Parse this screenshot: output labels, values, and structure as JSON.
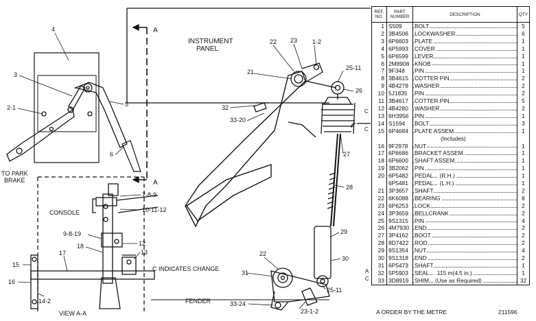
{
  "drawing": {
    "labels": {
      "instrument_panel": [
        "INSTRUMENT",
        "PANEL"
      ],
      "to_park_brake": [
        "TO PARK",
        "BRAKE"
      ],
      "console": "CONSOLE",
      "view_aa": "VIEW A-A",
      "c_indicates_change": "C INDICATES CHANGE",
      "fender": "FENDER",
      "section_a_top": "A",
      "section_a_bottom": "A",
      "c_marker": "C"
    },
    "callouts": {
      "c4": "4",
      "c3": "3",
      "c2_1": "2-1",
      "c5": "5",
      "c6": "6",
      "c22a": "22",
      "c23": "23",
      "c1_2": "1-2",
      "c21": "21",
      "c25_11a": "25-11",
      "c26": "26",
      "c32": "32",
      "c33_20": "33-20",
      "c27": "27",
      "c28": "28",
      "c29": "29",
      "c30": "30",
      "c22b": "22",
      "c31": "31",
      "c25_11b": "25-11",
      "c33_24": "33-24",
      "c23_1_2": "23-1-2",
      "c7_8_9": "7-8-9",
      "c10_11_12": "10-11-12",
      "c9_8_19": "9-8-19",
      "c18": "18",
      "c12": "12",
      "c13": "13",
      "c15": "15",
      "c17": "17",
      "c16": "16",
      "c14_2": "14-2"
    }
  },
  "table": {
    "headers": {
      "ref": "REF. NO.",
      "part": "PART NUMBER",
      "desc": "DESCRIPTION",
      "qty": "QTY"
    },
    "rows": [
      {
        "ref": "1",
        "part": "S509",
        "desc": "BOLT",
        "qty": "5"
      },
      {
        "ref": "2",
        "part": "3B4506",
        "desc": "LOCKWASHER",
        "qty": "6"
      },
      {
        "ref": "3",
        "part": "6P6603",
        "desc": "PLATE",
        "qty": "1"
      },
      {
        "ref": "4",
        "part": "6P5993",
        "desc": "COVER",
        "qty": "1"
      },
      {
        "ref": "5",
        "part": "6P6599",
        "desc": "LEVER",
        "qty": "1"
      },
      {
        "ref": "6",
        "part": "2M8908",
        "desc": "KNOB",
        "qty": "1"
      },
      {
        "ref": "7",
        "part": "9F348",
        "desc": "PIN",
        "qty": "1"
      },
      {
        "ref": "8",
        "part": "3B4615",
        "desc": "COTTER PIN",
        "qty": "2"
      },
      {
        "ref": "9",
        "part": "4B4278",
        "desc": "WASHER",
        "qty": "2"
      },
      {
        "ref": "10",
        "part": "5J1835",
        "desc": "PIN",
        "qty": "2"
      },
      {
        "ref": "11",
        "part": "3B4617",
        "desc": "COTTER PIN",
        "qty": "5"
      },
      {
        "ref": "12",
        "part": "4B4280",
        "desc": "WASHER",
        "qty": "2"
      },
      {
        "ref": "13",
        "part": "6H3956",
        "desc": "PIN",
        "qty": "1"
      },
      {
        "ref": "14",
        "part": "S1594",
        "desc": "BOLT",
        "qty": "3"
      },
      {
        "ref": "15",
        "part": "6P4684",
        "desc": "PLATE ASSEM.",
        "qty": "1"
      },
      {
        "ref": "",
        "part": "",
        "desc": "(Includes)",
        "qty": ""
      },
      {
        "ref": "16",
        "part": "9F2978",
        "desc": "NUT",
        "qty": "1"
      },
      {
        "ref": "17",
        "part": "6P6686",
        "desc": "BRACKET ASSEM.",
        "qty": "1"
      },
      {
        "ref": "18",
        "part": "6P6600",
        "desc": "SHAFT ASSEM.",
        "qty": "1"
      },
      {
        "ref": "19",
        "part": "3B2062",
        "desc": "PIN",
        "qty": "1"
      },
      {
        "ref": "20",
        "part": "6P5482",
        "desc": "PEDAL",
        "note": "(R.H.)",
        "qty": "1"
      },
      {
        "ref": "",
        "part": "6P5481",
        "desc": "PEDAL",
        "note": "(L.H.)",
        "qty": "1"
      },
      {
        "ref": "21",
        "part": "3P3657",
        "desc": "SHAFT",
        "qty": "2"
      },
      {
        "ref": "22",
        "part": "6K6088",
        "desc": "BEARING",
        "qty": "8"
      },
      {
        "ref": "23",
        "part": "6P6253",
        "desc": "LOCK",
        "qty": "2"
      },
      {
        "ref": "24",
        "part": "3P3659",
        "desc": "BELLCRANK",
        "qty": "2"
      },
      {
        "ref": "25",
        "part": "9S1315",
        "desc": "PIN",
        "qty": "4"
      },
      {
        "ref": "26",
        "part": "4M7930",
        "desc": "END",
        "qty": "2"
      },
      {
        "ref": "27",
        "part": "3P4162",
        "desc": "BOOT",
        "qty": "2"
      },
      {
        "ref": "28",
        "part": "8D7422",
        "desc": "ROD",
        "qty": "2"
      },
      {
        "ref": "29",
        "part": "9S1354",
        "desc": "NUT",
        "qty": "4"
      },
      {
        "ref": "30",
        "part": "9S1318",
        "desc": "END",
        "qty": "2"
      },
      {
        "ref": "31",
        "part": "6P5473",
        "desc": "SHAFT",
        "qty": "1"
      },
      {
        "ref": "32",
        "part": "5P5903",
        "desc": "SEAL",
        "note": ".115 m(4.5 in.)",
        "qty": "1",
        "mark": "A"
      },
      {
        "ref": "33",
        "part": "3D8919",
        "desc": "SHIM",
        "note": "(Use as Required)",
        "qty": "32",
        "mark": "C"
      }
    ]
  },
  "side_marks": {
    "c_rows": "C",
    "c_row15": "C"
  },
  "footnote": "A ORDER BY THE METRE",
  "drawing_number": "211596"
}
